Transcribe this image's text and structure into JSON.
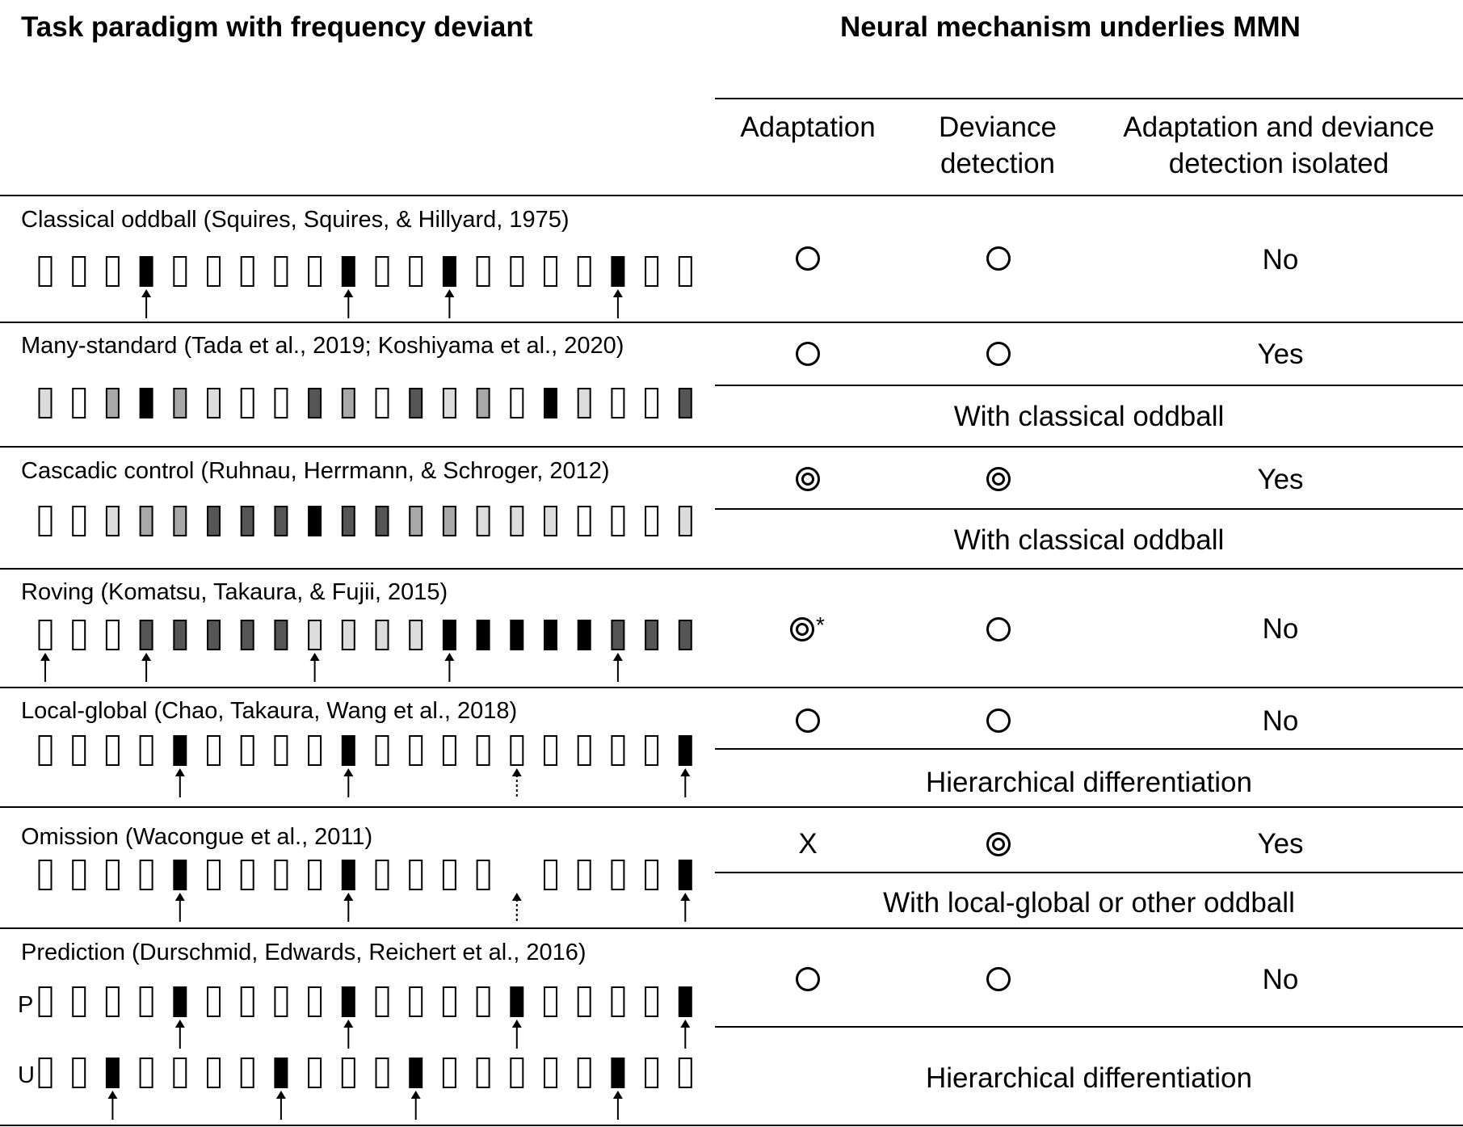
{
  "header": {
    "left_title": "Task paradigm with frequency deviant",
    "right_title": "Neural mechanism underlies MMN",
    "col_adaptation": "Adaptation",
    "col_deviance": "Deviance detection",
    "col_isolated": "Adaptation and deviance detection isolated"
  },
  "rows": [
    {
      "paradigm": "Classical oddball (Squires, Squires, & Hillyard, 1975)",
      "adaptation": "circle",
      "deviance": "circle",
      "isolated": "No",
      "note": ""
    },
    {
      "paradigm": "Many-standard (Tada et al., 2019; Koshiyama et al., 2020)",
      "adaptation": "circle",
      "deviance": "circle",
      "isolated": "Yes",
      "note": "With classical oddball"
    },
    {
      "paradigm": "Cascadic control (Ruhnau, Herrmann, & Schroger, 2012)",
      "adaptation": "double-circle",
      "deviance": "double-circle",
      "isolated": "Yes",
      "note": "With classical oddball"
    },
    {
      "paradigm": "Roving (Komatsu, Takaura, & Fujii, 2015)",
      "adaptation": "double-circle",
      "adaptation_suffix": "*",
      "deviance": "circle",
      "isolated": "No",
      "note": ""
    },
    {
      "paradigm": "Local-global (Chao, Takaura, Wang et al., 2018)",
      "adaptation": "circle",
      "deviance": "circle",
      "isolated": "No",
      "note": "Hierarchical differentiation"
    },
    {
      "paradigm": "Omission (Wacongue et al., 2011)",
      "adaptation": "cross",
      "adaptation_text": "X",
      "deviance": "double-circle",
      "isolated": "Yes",
      "note": "With local-global or other oddball"
    },
    {
      "paradigm": "Prediction (Durschmid, Edwards, Reichert et al., 2016)",
      "adaptation": "circle",
      "deviance": "circle",
      "isolated": "No",
      "note": "Hierarchical differentiation",
      "seq_labels": [
        "P",
        "U"
      ]
    }
  ],
  "sequences": {
    "classical": {
      "fills": [
        0,
        0,
        0,
        4,
        0,
        0,
        0,
        0,
        0,
        4,
        0,
        0,
        4,
        0,
        0,
        0,
        0,
        4,
        0,
        0
      ],
      "arrows": [
        3,
        9,
        12,
        17
      ],
      "dashed": []
    },
    "many": {
      "fills": [
        1,
        0,
        2,
        4,
        2,
        1,
        0,
        0,
        3,
        2,
        0,
        3,
        1,
        2,
        0,
        4,
        1,
        0,
        0,
        3
      ],
      "arrows": [],
      "dashed": []
    },
    "cascadic": {
      "fills": [
        0,
        0,
        1,
        2,
        2,
        3,
        3,
        3,
        4,
        3,
        3,
        2,
        2,
        1,
        1,
        1,
        0,
        0,
        0,
        1
      ],
      "arrows": [],
      "dashed": []
    },
    "roving": {
      "fills": [
        0,
        0,
        0,
        3,
        3,
        3,
        3,
        3,
        1,
        1,
        1,
        1,
        4,
        4,
        4,
        4,
        4,
        3,
        3,
        3
      ],
      "arrows": [
        0,
        3,
        8,
        12,
        17
      ],
      "dashed": []
    },
    "localglobal": {
      "fills": [
        0,
        0,
        0,
        0,
        4,
        0,
        0,
        0,
        0,
        4,
        0,
        0,
        0,
        0,
        0,
        0,
        0,
        0,
        0,
        4
      ],
      "arrows": [
        4,
        9,
        19
      ],
      "dashed": [
        14
      ]
    },
    "omission": {
      "fills": [
        0,
        0,
        0,
        0,
        4,
        0,
        0,
        0,
        0,
        4,
        0,
        0,
        0,
        0,
        -1,
        0,
        0,
        0,
        0,
        4
      ],
      "arrows": [
        4,
        9,
        19
      ],
      "dashed": [
        14
      ]
    },
    "predP": {
      "fills": [
        0,
        0,
        0,
        0,
        4,
        0,
        0,
        0,
        0,
        4,
        0,
        0,
        0,
        0,
        4,
        0,
        0,
        0,
        0,
        4
      ],
      "arrows": [
        4,
        9,
        14,
        19
      ],
      "dashed": []
    },
    "predU": {
      "fills": [
        0,
        0,
        4,
        0,
        0,
        0,
        0,
        4,
        0,
        0,
        0,
        4,
        0,
        0,
        0,
        0,
        0,
        4,
        0,
        0
      ],
      "arrows": [
        2,
        7,
        11,
        17
      ],
      "dashed": []
    }
  },
  "colors": {
    "fill_levels": [
      "#ffffff",
      "#dcdcdc",
      "#a8a8a8",
      "#555555",
      "#000000"
    ],
    "rule": "#000000"
  }
}
